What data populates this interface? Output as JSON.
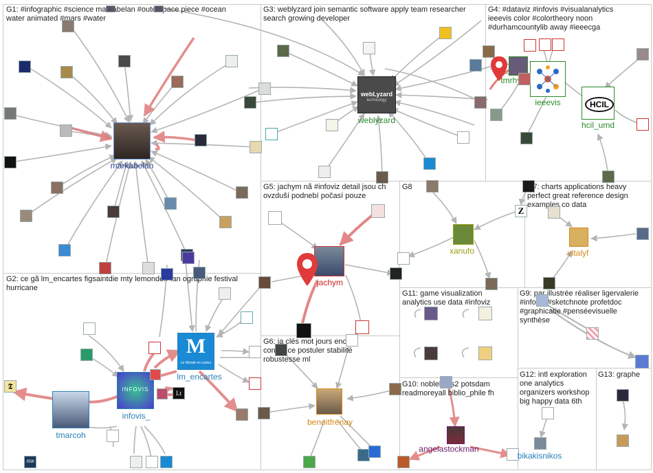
{
  "colors": {
    "panel_border": "#c8c8c8",
    "edge_gray": "#b4b4b4",
    "edge_red": "#e07a7a",
    "edge_red_dark": "#d33",
    "label_blue": "#1f3f8f",
    "label_green": "#2a8a2a",
    "label_red": "#cc2222",
    "label_orange": "#d4891a",
    "label_olive": "#9aa012",
    "label_purple": "#6a1a6a",
    "label_sky": "#2a7fb8"
  },
  "groups": [
    {
      "id": "G1",
      "text": "G1: #infographic #science markabelan #outerspace piece #ocean\nwater animated #mars #water"
    },
    {
      "id": "G2",
      "text": "G2: ce gã lm_encartes figsaintdie mty lemondefr ian ographie festival\nhurricane"
    },
    {
      "id": "G3",
      "text": "G3: weblyzard join semantic software apply team researcher\nsearch growing developer"
    },
    {
      "id": "G4",
      "text": "G4: #dataviz #infovis #visualanalytics\nieeevis color #colortheory noon\n#durhamcountylib away #ieeecga"
    },
    {
      "id": "G5",
      "text": "G5: jachym nã #infoviz detail jsou ch\novzduší podnebí počasí pouze"
    },
    {
      "id": "G6",
      "text": "G6: ia clés mot jours encore\nconfiance postuler stabilité\nrobustesse ml"
    },
    {
      "id": "G7",
      "text": "G7: charts applications heavy\nperfect great reference design\nexamples co data"
    },
    {
      "id": "G8",
      "text": "G8"
    },
    {
      "id": "G9",
      "text": "G9: par illustrée réaliser ligervalerie\n#infoviz #sketchnote profetdoc\n#graphicatie #penséevisuelle\nsynthèse"
    },
    {
      "id": "G10",
      "text": "G10: nobleknits2 potsdam\nreadmoreyall biblio_phile fh"
    },
    {
      "id": "G11",
      "text": "G11: game visualization\nanalytics use data #infoviz"
    },
    {
      "id": "G12",
      "text": "G12: intl exploration\none analytics\norganizers workshop\nbig happy data 6th"
    },
    {
      "id": "G13",
      "text": "G13: graphe"
    }
  ],
  "labels": {
    "markabelan": "markabelan",
    "weblyzard": "weblyzard",
    "tmrhyne": "tmrhyne",
    "ieeevis": "ieeevis",
    "hcil_umd": "hcil_umd",
    "jachym": "jachym",
    "xanufo": "xanufo",
    "vitalyf": "vitalyf",
    "lm_encartes": "lm_encartes",
    "infovis_": "infovis_",
    "tmarcoh": "tmarcoh",
    "benoitfrenay": "benoitfrenay",
    "angelastockman": "angelastockman",
    "bikakisnikos": "bikakisnikos"
  },
  "logo_text": {
    "weblyzard_logo": "webLyzard",
    "weblyzard_sub": "technology",
    "hcil_logo": "HCIL",
    "lemonde_logo": "M",
    "lemonde_sub": "Le Monde en cartes",
    "nyt_logo": "𝕿",
    "isw_logo": "ISW",
    "z_logo": "Z",
    "lt_logo": "Lt",
    "infovis_logo": "INFOVIS"
  }
}
